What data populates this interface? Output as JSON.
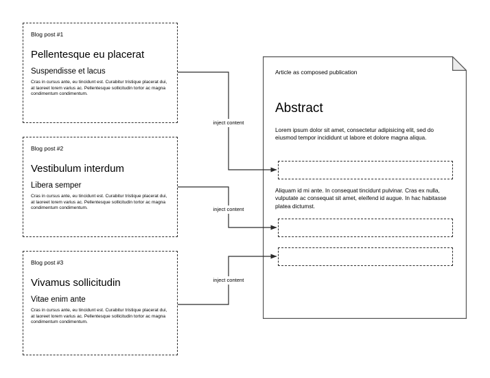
{
  "posts": [
    {
      "tag": "Blog post #1",
      "title": "Pellentesque eu placerat",
      "subtitle": "Suspendisse et lacus",
      "body": "Cras in cursus ante, eu tincidunt est. Curabitur tristique placerat dui, at laoreet lorem varius ac. Pellentesque sollicitudin tortor ac magna condimentum condimentum."
    },
    {
      "tag": "Blog post #2",
      "title": "Vestibulum interdum",
      "subtitle": "Libera semper",
      "body": "Cras in cursus ante, eu tincidunt est. Curabitur tristique placerat dui, at laoreet lorem varius ac. Pellentesque sollicitudin tortor ac magna condimentum condimentum."
    },
    {
      "tag": "Blog post #3",
      "title": "Vivamus sollicitudin",
      "subtitle": "Vitae enim ante",
      "body": "Cras in cursus ante, eu tincidunt est. Curabitur tristique placerat dui, at laoreet lorem varius ac. Pellentesque sollicitudin tortor ac magna condimentum condimentum."
    }
  ],
  "document": {
    "kicker": "Article as composed publication",
    "heading": "Abstract",
    "paragraphs": [
      "Lorem ipsum dolor sit amet, consectetur adipisicing elit, sed do eiusmod tempor incididunt ut labore et dolore magna aliqua.",
      "Aliquam id mi ante. In consequat tincidunt pulvinar. Cras ex nulla, vulputate ac consequat sit amet, eleifend id augue. In hac habitasse platea dictumst."
    ],
    "slots": [
      {
        "content": ""
      },
      {
        "content": ""
      },
      {
        "content": ""
      }
    ]
  },
  "connectors": [
    {
      "label": "inject content"
    },
    {
      "label": "inject content"
    },
    {
      "label": "inject content"
    }
  ],
  "colors": {
    "stroke": "#2b2b2b",
    "text": "#000000",
    "background": "#ffffff",
    "fold_fill": "#ececec"
  }
}
